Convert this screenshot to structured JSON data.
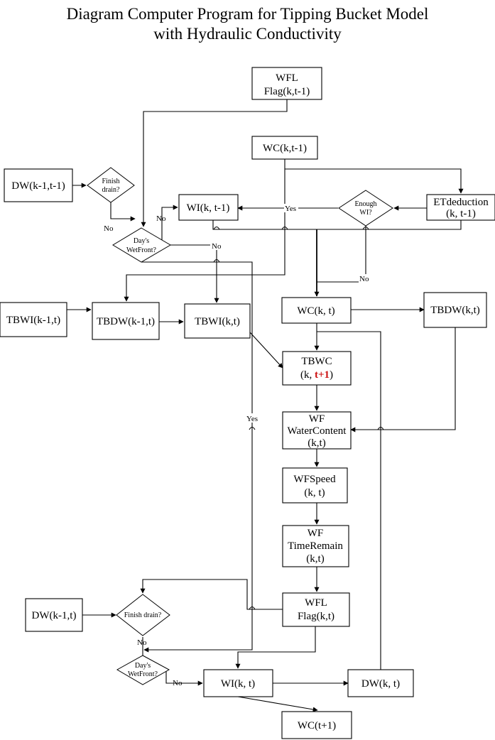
{
  "title": {
    "line1": "Diagram Computer Program for Tipping Bucket Model",
    "line2": "with Hydraulic Conductivity"
  },
  "boxes": {
    "wfl_flag_prev": [
      "WFL",
      "Flag(k,t-1)"
    ],
    "wc_prev": [
      "WC(k,t-1)"
    ],
    "dw_prev_prev": [
      "DW(k-1,t-1)"
    ],
    "wi_prev": [
      "WI(k, t-1)"
    ],
    "etdeduction": [
      "ETdeduction",
      "(k, t-1)"
    ],
    "tbwi_prev": [
      "TBWI(k-1,t)"
    ],
    "tbdw_prev": [
      "TBDW(k-1,t)"
    ],
    "tbwi": [
      "TBWI(k,t)"
    ],
    "wc": [
      "WC(k, t)"
    ],
    "tbdw": [
      "TBDW(k,t)"
    ],
    "tbwc": [
      "TBWC",
      "(k, ",
      "t+1",
      ")"
    ],
    "wf_watercontent": [
      "WF",
      "WaterContent",
      "(k,t)"
    ],
    "wfspeed": [
      "WFSpeed",
      "(k, t)"
    ],
    "wf_timeremain": [
      "WF",
      "TimeRemain",
      "(k,t)"
    ],
    "wfl_flag": [
      "WFL",
      "Flag(k,t)"
    ],
    "dw_prev": [
      "DW(k-1,t)"
    ],
    "wi": [
      "WI(k, t)"
    ],
    "dw": [
      "DW(k, t)"
    ],
    "wc_next": [
      "WC(t+1)"
    ]
  },
  "diamonds": {
    "finish_drain_1": [
      "Finish",
      "drain?"
    ],
    "enough_wi": [
      "Enough",
      "WI?"
    ],
    "days_wetfront_1": [
      "Day's",
      "WetFront?"
    ],
    "finish_drain_2": [
      "Finish drain?"
    ],
    "days_wetfront_2": [
      "Day's",
      "WetFront?"
    ]
  },
  "labels": {
    "yes_enough": "Yes",
    "no_enough": "No",
    "no_finish_1": "No",
    "no_wetfront_1_up": "No",
    "no_wetfront_1_right": "No",
    "yes_long": "Yes",
    "no_finish_2": "No",
    "no_wetfront_2": "No"
  },
  "colors": {
    "highlight": "#cc1111",
    "line": "#000000"
  }
}
